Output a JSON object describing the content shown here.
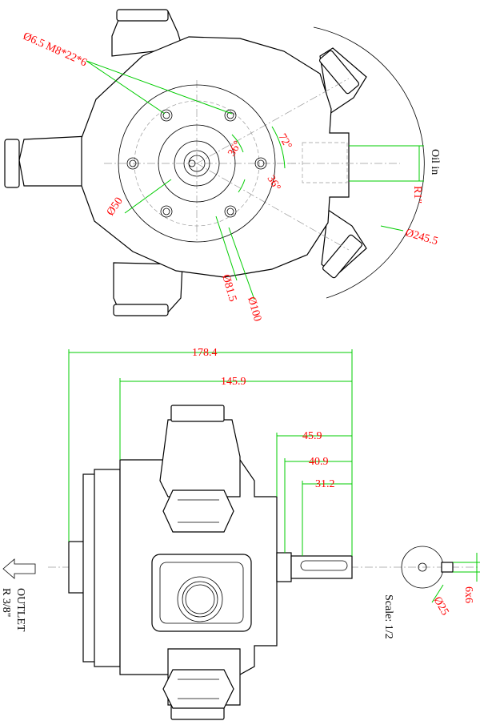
{
  "colors": {
    "dimension_line": "#00cc00",
    "dimension_text": "#ff0000",
    "outline": "#000000",
    "centerline": "#9a9a9a",
    "label_text": "#000000"
  },
  "top_view": {
    "holes_callout": "Ø6.5 M8*22*6",
    "angle_72": "72°",
    "angle_36_a": "36°",
    "angle_36_b": "36°",
    "diameter_50": "Ø50",
    "diameter_81_5": "Ø81.5",
    "diameter_100": "Ø100",
    "diameter_245_5": "Ø245.5",
    "inlet_thread": "R1\"",
    "inlet_label": "Oil in"
  },
  "side_view": {
    "length_overall": "178.4",
    "length_body": "145.9",
    "shaft_45_9": "45.9",
    "shaft_40_9": "40.9",
    "shaft_31_2": "31.2",
    "outlet_label": "OUTLET",
    "outlet_thread": "R 3/8\"",
    "shaft_diameter": "Ø25",
    "key_size": "6x6",
    "scale": "Scale: 1/2"
  }
}
